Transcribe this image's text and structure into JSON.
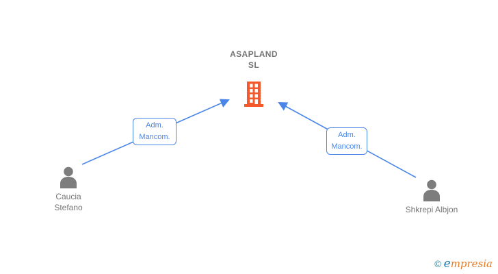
{
  "company": {
    "name": "ASAPLAND SL"
  },
  "people": [
    {
      "name": "Caucia Stefano"
    },
    {
      "name": "Shkrepi Albjon"
    }
  ],
  "edges": [
    {
      "from": "Caucia Stefano",
      "to": "ASAPLAND SL",
      "label": "Adm. Mancom."
    },
    {
      "from": "Shkrepi Albjon",
      "to": "ASAPLAND SL",
      "label": "Adm. Mancom."
    }
  ],
  "icons": {
    "company": "building-icon",
    "person": "person-silhouette-icon",
    "edge_end": "arrowhead-icon"
  },
  "colors": {
    "edge": "#4a86e8",
    "company_icon": "#f4592b",
    "person_icon": "#7d7d7d",
    "name_text": "#757575",
    "label_text": "#4a86e8",
    "wm_copyright": "#2e8296",
    "wm_lead": "#1d78b0",
    "wm_rest": "#e87a22"
  },
  "watermark": {
    "copyright": "©",
    "brand_lead": "e",
    "brand_rest": "mpresia"
  }
}
